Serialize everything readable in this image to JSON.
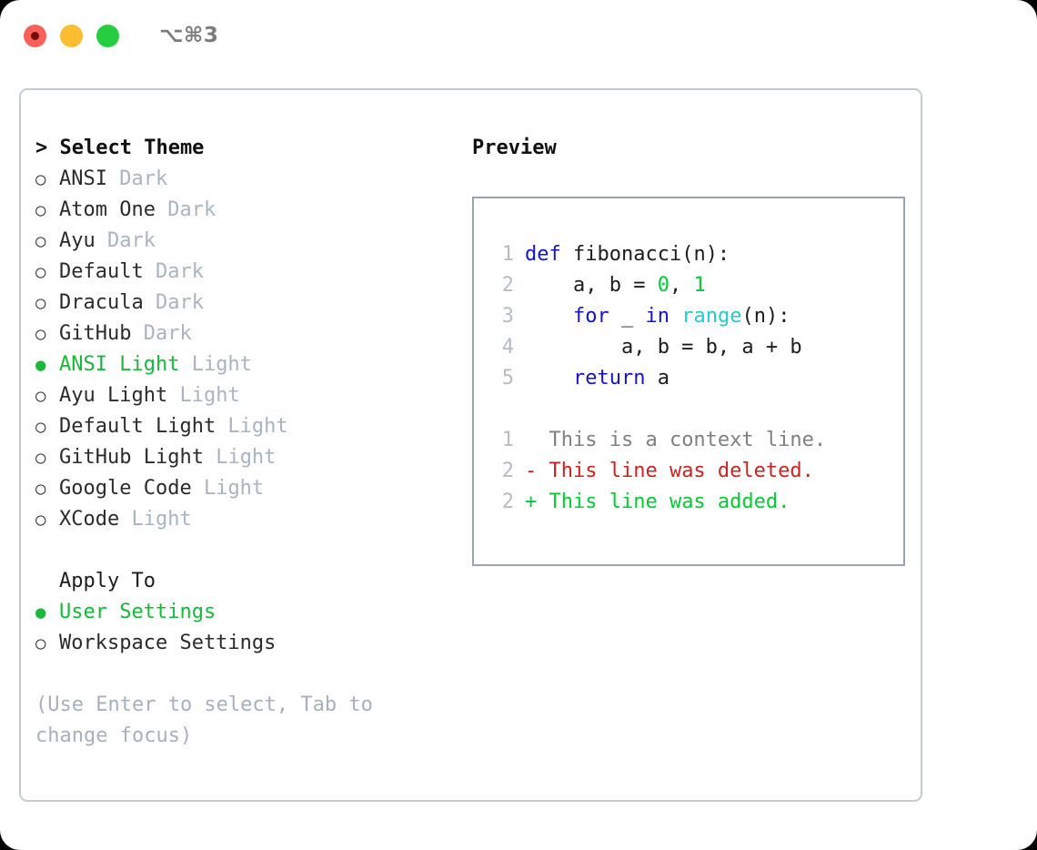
{
  "window": {
    "shortcut": "⌥⌘3",
    "lights": [
      {
        "name": "close",
        "color": "#fb5f5a"
      },
      {
        "name": "minimize",
        "color": "#fcbd30"
      },
      {
        "name": "maximize",
        "color": "#25ce41"
      }
    ]
  },
  "theme_picker": {
    "header": "> Select Theme",
    "selected_marker": "●",
    "unselected_marker": "○",
    "items": [
      {
        "marker": "○",
        "label": "ANSI",
        "suffix": " Dark",
        "selected": false
      },
      {
        "marker": "○",
        "label": "Atom One",
        "suffix": " Dark",
        "selected": false
      },
      {
        "marker": "○",
        "label": "Ayu",
        "suffix": " Dark",
        "selected": false
      },
      {
        "marker": "○",
        "label": "Default",
        "suffix": " Dark",
        "selected": false
      },
      {
        "marker": "○",
        "label": "Dracula",
        "suffix": " Dark",
        "selected": false
      },
      {
        "marker": "○",
        "label": "GitHub",
        "suffix": " Dark",
        "selected": false
      },
      {
        "marker": "●",
        "label": "ANSI Light",
        "suffix": " Light",
        "selected": true
      },
      {
        "marker": "○",
        "label": "Ayu Light",
        "suffix": " Light",
        "selected": false
      },
      {
        "marker": "○",
        "label": "Default Light",
        "suffix": " Light",
        "selected": false
      },
      {
        "marker": "○",
        "label": "GitHub Light",
        "suffix": " Light",
        "selected": false
      },
      {
        "marker": "○",
        "label": "Google Code",
        "suffix": " Light",
        "selected": false
      },
      {
        "marker": "○",
        "label": "XCode",
        "suffix": " Light",
        "selected": false
      }
    ]
  },
  "apply_to": {
    "title": "Apply To",
    "items": [
      {
        "marker": "●",
        "label": "User Settings",
        "selected": true
      },
      {
        "marker": "○",
        "label": "Workspace Settings",
        "selected": false
      }
    ]
  },
  "hint": "(Use Enter to select, Tab to change focus)",
  "preview": {
    "title": "Preview",
    "code_lines": [
      {
        "num": "1",
        "tokens": [
          {
            "t": "def",
            "c": "kw"
          },
          {
            "t": " fibonacci(n):",
            "c": "plain"
          }
        ]
      },
      {
        "num": "2",
        "tokens": [
          {
            "t": "    a, b = ",
            "c": "plain"
          },
          {
            "t": "0",
            "c": "num"
          },
          {
            "t": ", ",
            "c": "plain"
          },
          {
            "t": "1",
            "c": "num"
          }
        ]
      },
      {
        "num": "3",
        "tokens": [
          {
            "t": "    ",
            "c": "plain"
          },
          {
            "t": "for",
            "c": "kw"
          },
          {
            "t": " _ ",
            "c": "plain"
          },
          {
            "t": "in",
            "c": "kw"
          },
          {
            "t": " ",
            "c": "plain"
          },
          {
            "t": "range",
            "c": "fn"
          },
          {
            "t": "(n):",
            "c": "plain"
          }
        ]
      },
      {
        "num": "4",
        "tokens": [
          {
            "t": "        a, b = b, a + b",
            "c": "plain"
          }
        ]
      },
      {
        "num": "5",
        "tokens": [
          {
            "t": "    ",
            "c": "plain"
          },
          {
            "t": "return",
            "c": "kw"
          },
          {
            "t": " a",
            "c": "plain"
          }
        ]
      }
    ],
    "diff_lines": [
      {
        "num": "1",
        "marker": " ",
        "text": " This is a context line.",
        "kind": "ctx"
      },
      {
        "num": "2",
        "marker": "-",
        "text": " This line was deleted.",
        "kind": "del"
      },
      {
        "num": "2",
        "marker": "+",
        "text": " This line was added.",
        "kind": "add"
      }
    ]
  },
  "colors": {
    "accent_green": "#18b83c",
    "keyword_blue": "#1414cc",
    "number_green": "#00cc33",
    "function_cyan": "#22cccc",
    "diff_deleted": "#cc2222",
    "diff_added": "#00cc33",
    "diff_context": "#808080",
    "muted_grey": "#aab4c0",
    "hint_grey": "#a8b0bd",
    "card_border": "#c5cad3",
    "code_border": "#9aa5b1"
  }
}
